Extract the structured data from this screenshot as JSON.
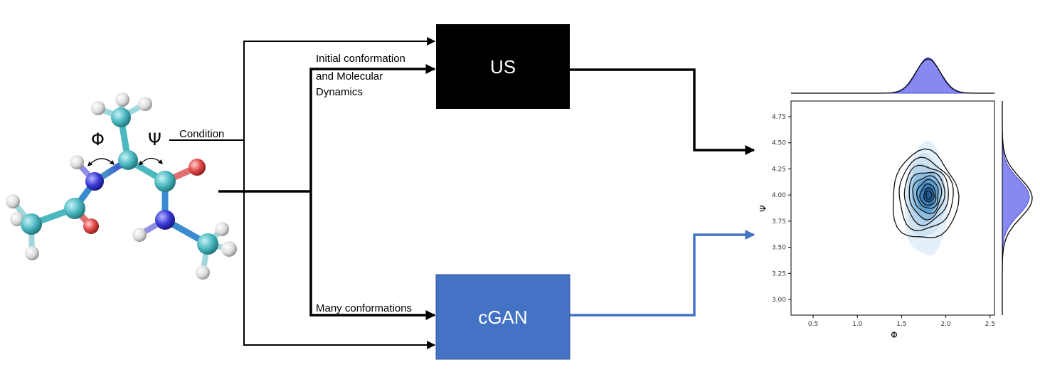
{
  "boxes": {
    "us": {
      "label": "US",
      "fill": "#000000",
      "text_color": "#ffffff"
    },
    "cgan": {
      "label": "cGAN",
      "fill": "#4472c4",
      "text_color": "#ffffff"
    }
  },
  "flow_labels": {
    "initial_line1": "Initial conformation",
    "initial_line2": "and Molecular",
    "initial_line3": "Dynamics",
    "many": "Many conformations",
    "condition": "Condition"
  },
  "molecule": {
    "phi": "Φ",
    "psi": "Ψ",
    "colors": {
      "carbon": "#4bb8c0",
      "nitrogen": "#3a3ad8",
      "oxygen": "#e04848",
      "hydrogen": "#e6e6e6"
    }
  },
  "colors": {
    "black_path": "#000000",
    "blue_path": "#4472c4"
  },
  "chart_data": {
    "type": "heatmap",
    "title": "",
    "xlabel": "Φ",
    "ylabel": "Ψ",
    "xlim": [
      0.25,
      2.55
    ],
    "ylim": [
      2.85,
      4.9
    ],
    "x_ticks": [
      "0.5",
      "1.0",
      "1.5",
      "2.0",
      "2.5"
    ],
    "x_tick_values": [
      0.5,
      1.0,
      1.5,
      2.0,
      2.5
    ],
    "y_ticks": [
      "3.00",
      "3.25",
      "3.50",
      "3.75",
      "4.00",
      "4.25",
      "4.50",
      "4.75"
    ],
    "y_tick_values": [
      3.0,
      3.25,
      3.5,
      3.75,
      4.0,
      4.25,
      4.5,
      4.75
    ],
    "density_center": {
      "phi": 1.8,
      "psi": 4.0
    },
    "series": [
      {
        "name": "",
        "color": "#7b7bf0",
        "style": "filled",
        "marginal_peak_phi": 1.8,
        "marginal_peak_psi": 3.98
      },
      {
        "name": "",
        "color": "#000000",
        "style": "contour lines",
        "marginal_peak_phi": 1.8,
        "marginal_peak_psi": 3.97
      }
    ],
    "grid": false,
    "legend": "none"
  }
}
